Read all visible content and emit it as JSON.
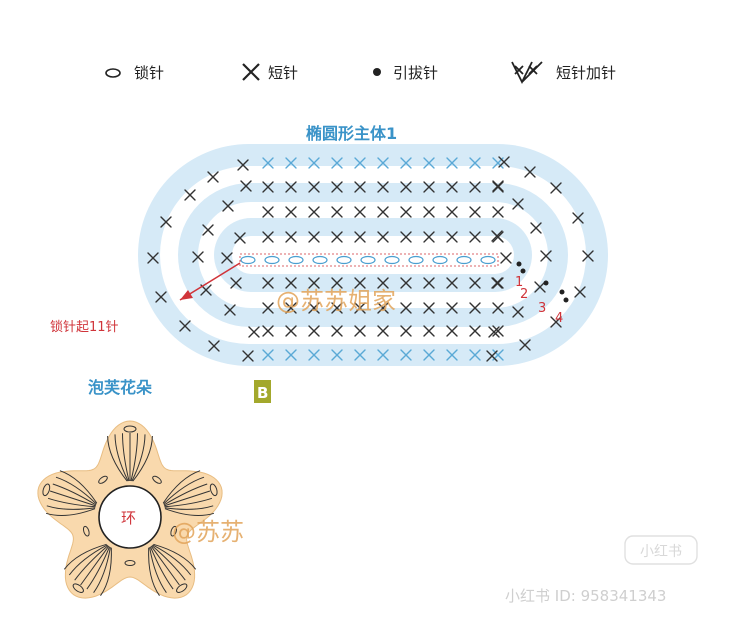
{
  "legend": [
    {
      "icon": "chain-stitch-icon",
      "label": "锁针"
    },
    {
      "icon": "single-crochet-icon",
      "label": "短针"
    },
    {
      "icon": "slip-stitch-icon",
      "label": "引拔针"
    },
    {
      "icon": "increase-icon",
      "label": "短针加针"
    }
  ],
  "oval_section": {
    "title": "椭圆形主体1",
    "start_note": "锁针起11针",
    "round_numbers": [
      "1",
      "2",
      "3",
      "4"
    ],
    "watermark": "@苏苏姐家"
  },
  "flower_section": {
    "title": "泡芙花朵",
    "badge": "B",
    "center_label": "环",
    "watermark": "@苏苏"
  },
  "footer": {
    "platform_badge": "小红书",
    "id_text": "小红书 ID: 958341343"
  },
  "colors": {
    "title_blue": "#3a93c8",
    "ring_blue": "#d8ecf8",
    "flower_fill": "#f9d9ad",
    "accent_red": "#d0343a",
    "badge_olive": "#a3a82c"
  }
}
